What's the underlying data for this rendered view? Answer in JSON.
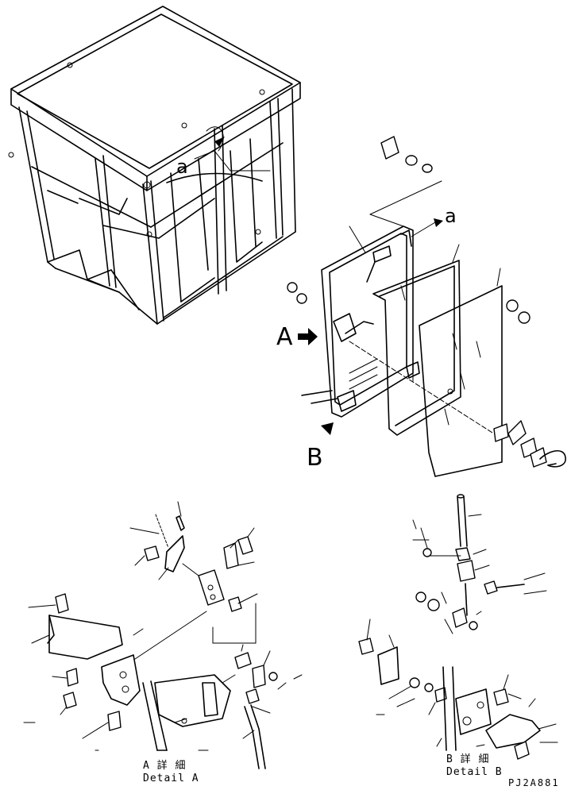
{
  "labels": {
    "arrow_a_top": "a",
    "arrow_a_right": "a",
    "view_a": "A",
    "view_b": "B",
    "detail_a_ja": "A 詳 細",
    "detail_a_en": "Detail A",
    "detail_b_ja": "B 詳 細",
    "detail_b_en": "Detail B",
    "drawing_code": "PJ2A881"
  }
}
